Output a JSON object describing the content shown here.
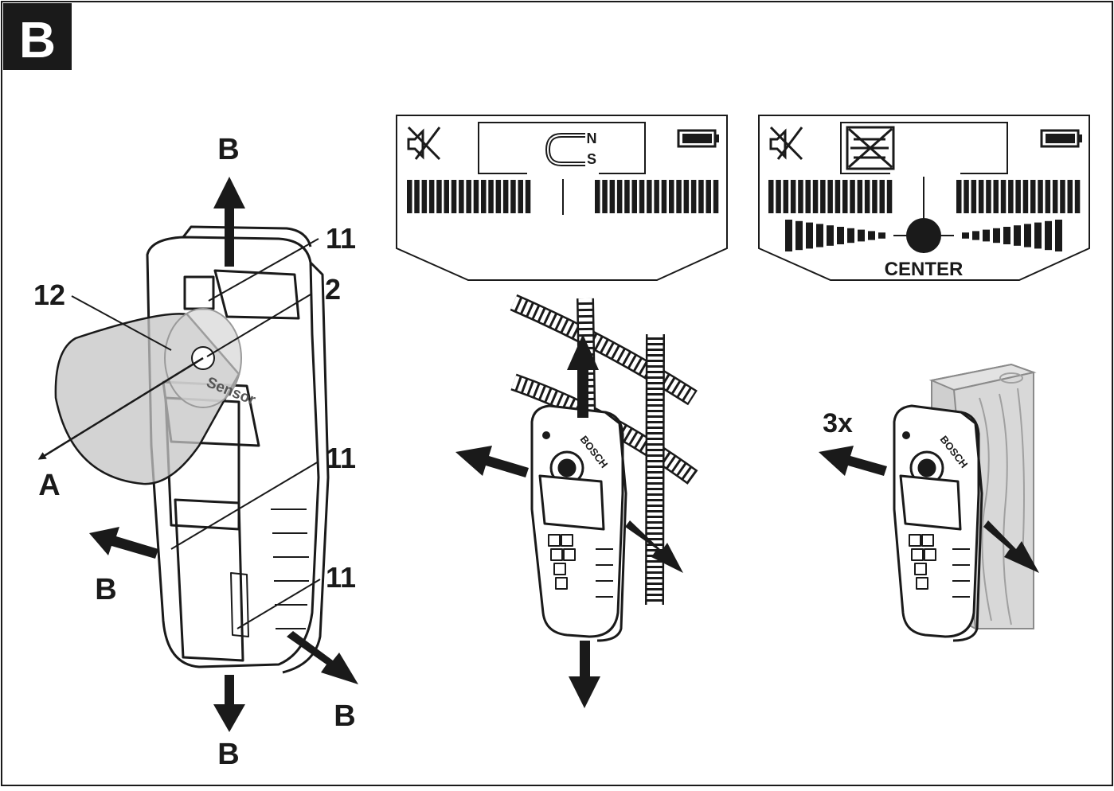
{
  "figure": {
    "letter": "B"
  },
  "device": {
    "sensor_text": "Sensor",
    "brand": "BOSCH",
    "callouts": {
      "top_11": "11",
      "mid_11": "11",
      "low_11": "11",
      "label_12": "12",
      "label_2": "2"
    },
    "directions": {
      "up": "B",
      "left": "B",
      "down": "B",
      "right": "B",
      "axis": "A"
    }
  },
  "display_metal": {
    "magnet_n": "N",
    "magnet_s": "S"
  },
  "display_center": {
    "center_label": "CENTER"
  },
  "wood": {
    "repeat_label": "3x"
  },
  "colors": {
    "ink": "#1a1a1a",
    "gray": "#cfcfcf",
    "lightgray": "#e6e6e6",
    "wood": "#c8c8c8"
  }
}
